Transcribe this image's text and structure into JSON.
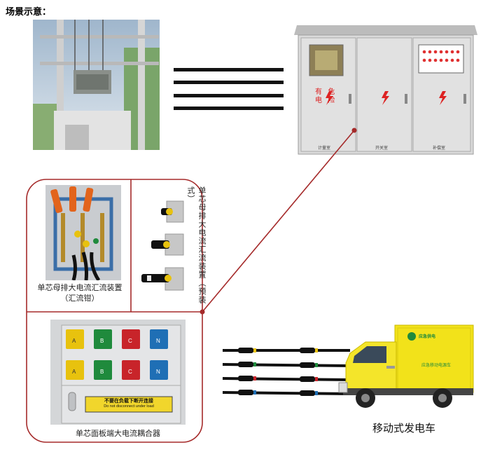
{
  "title": "场景示意：",
  "captions": {
    "busbar_clamp": [
      "单芯母排大电流汇流装置",
      "（汇流钳）"
    ],
    "busbar_preinstalled": "单芯母排大电流汇流装置（预装式）",
    "panel_coupler": "单芯面板端大电流耦合器",
    "generator_truck": "移动式发电车"
  },
  "cabinet": {
    "warning_text": [
      "有",
      "危",
      "电",
      "险"
    ],
    "door_labels": [
      "计量室",
      "开关室",
      "补偿室"
    ]
  },
  "panel": {
    "socket_letters": [
      "A",
      "B",
      "C",
      "N"
    ],
    "warning_cn": "不要在负载下断开连接",
    "warning_en": "Do not disconnect under load"
  },
  "truck": {
    "brand": "应急供电",
    "side_text": "应急移动电源车"
  },
  "colors": {
    "accent": "#a52a2a",
    "socket_yellow": "#e8c20e",
    "socket_green": "#1f8a3c",
    "socket_red": "#c8242a",
    "socket_blue": "#1f6fb5",
    "truck_yellow": "#f2e21a"
  }
}
